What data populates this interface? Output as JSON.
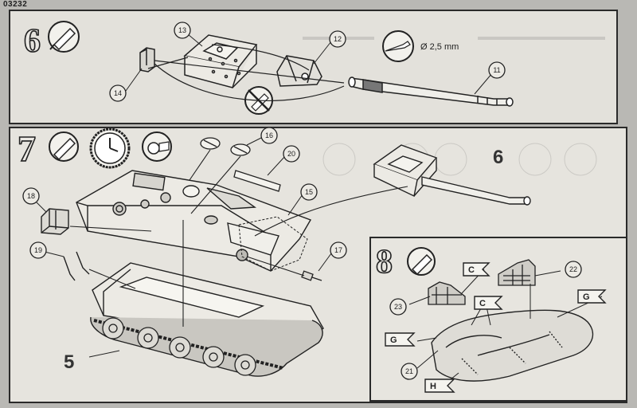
{
  "sheet_code": "03232",
  "steps": [
    {
      "number": "6",
      "callouts": [
        "13",
        "12",
        "14",
        "11"
      ],
      "drill_note": "Ø 2,5 mm"
    },
    {
      "number": "7",
      "callouts": [
        "16",
        "20",
        "15",
        "18",
        "19",
        "17"
      ],
      "subassembly_ref": "6",
      "hull_ref": "5"
    },
    {
      "number": "8",
      "callouts": [
        "22",
        "23",
        "21"
      ],
      "flags": [
        "C",
        "C",
        "G",
        "G",
        "H"
      ]
    }
  ],
  "icons": {
    "glue": "glue-tube-icon",
    "no_glue": "no-glue-icon",
    "clock": "drying-clock-icon",
    "tape": "tape-icon",
    "drill": "drill-icon"
  },
  "colors": {
    "paper": "#e6e4de",
    "ink": "#222222",
    "background": "#b9b8b4"
  }
}
